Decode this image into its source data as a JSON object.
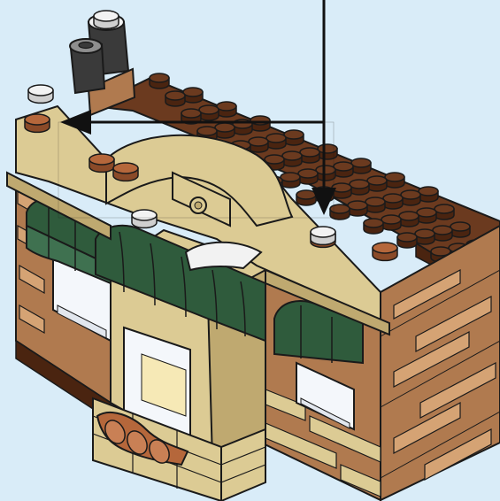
{
  "scene": {
    "subject": "lego-shop-building",
    "colors": {
      "background": "#d9ecf8",
      "outline": "#1a1a1a",
      "roof_brown": "#6b3a1f",
      "roof_stud": "#4a2410",
      "brick_medium": "#b07a4f",
      "brick_light": "#d5a374",
      "tan": "#dccb94",
      "tan_dark": "#bfa970",
      "awning_green": "#2f5b3c",
      "awning_green_light": "#3f7150",
      "window_glass": "#f4f7fb",
      "stud_white": "#f2f2f2",
      "stud_grey": "#8e8e8e",
      "chimney_dark": "#3a3a3a",
      "pipe_orange": "#b5673b"
    }
  },
  "annotations": {
    "callout_arrows": 2,
    "callout_frame": "thin-outline-box"
  }
}
